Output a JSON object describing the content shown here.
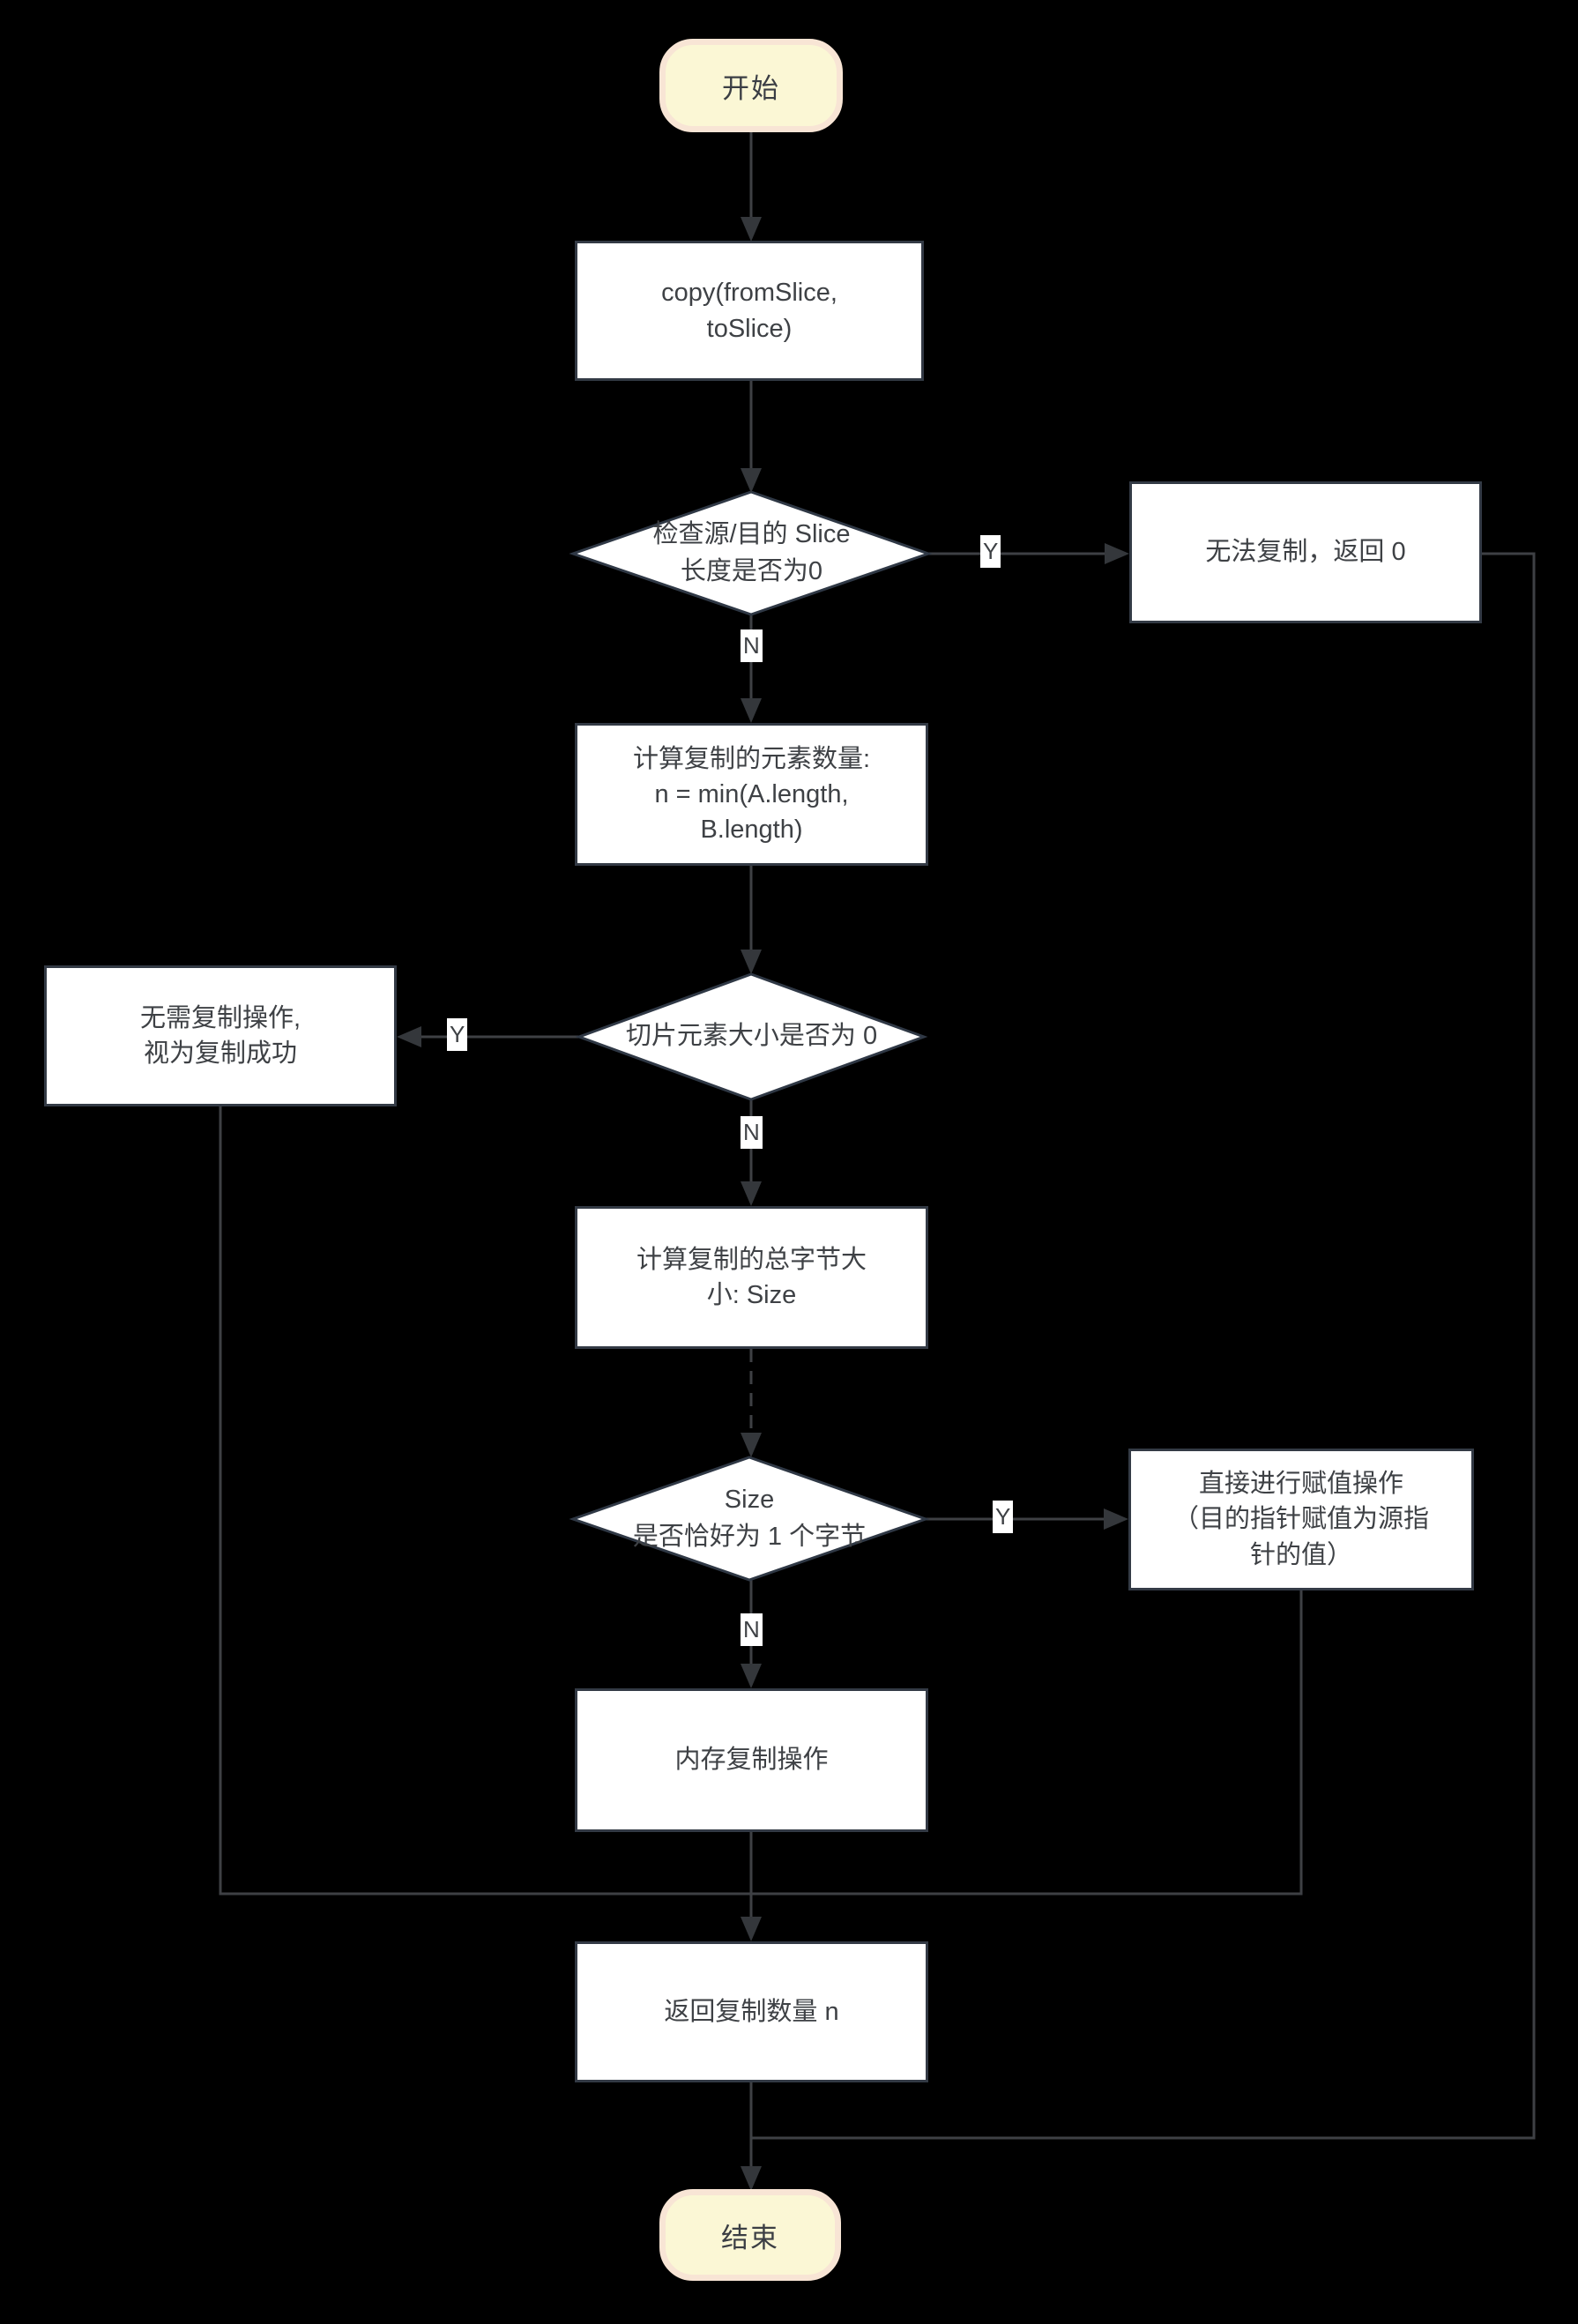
{
  "palette": {
    "background": "#000000",
    "process_fill": "#FFFFFF",
    "process_border": "#333A45",
    "terminal_fill": "#FBF7D5",
    "terminal_border": "#F8E5D5",
    "connector": "#3E4044",
    "arrowhead": "#34373B",
    "text": "#3E4145",
    "edge_label_bg": "#FFFFFF"
  },
  "nodes": {
    "start": {
      "label": "开始"
    },
    "copy_call": {
      "label": "copy(fromSlice,\ntoSlice)"
    },
    "check_len_zero": {
      "label": "检查源/目的 Slice\n长度是否为0"
    },
    "cannot_copy": {
      "label": "无法复制，返回 0"
    },
    "calc_count": {
      "label": "计算复制的元素数量:\nn = min(A.length,\nB.length)"
    },
    "elem_size_zero": {
      "label": "切片元素大小是否为 0"
    },
    "no_copy_needed": {
      "label": "无需复制操作,\n视为复制成功"
    },
    "calc_size": {
      "label": "计算复制的总字节大\n小: Size"
    },
    "size_one_byte": {
      "label": "Size\n是否恰好为 1 个字节"
    },
    "direct_assign": {
      "label": "直接进行赋值操作\n（目的指针赋值为源指\n针的值）"
    },
    "mem_copy": {
      "label": "内存复制操作"
    },
    "return_n": {
      "label": "返回复制数量 n"
    },
    "end": {
      "label": "结束"
    }
  },
  "edge_labels": {
    "len_zero_yes": "Y",
    "len_zero_no": "N",
    "elem_size_yes": "Y",
    "elem_size_no": "N",
    "one_byte_yes": "Y",
    "one_byte_no": "N"
  }
}
